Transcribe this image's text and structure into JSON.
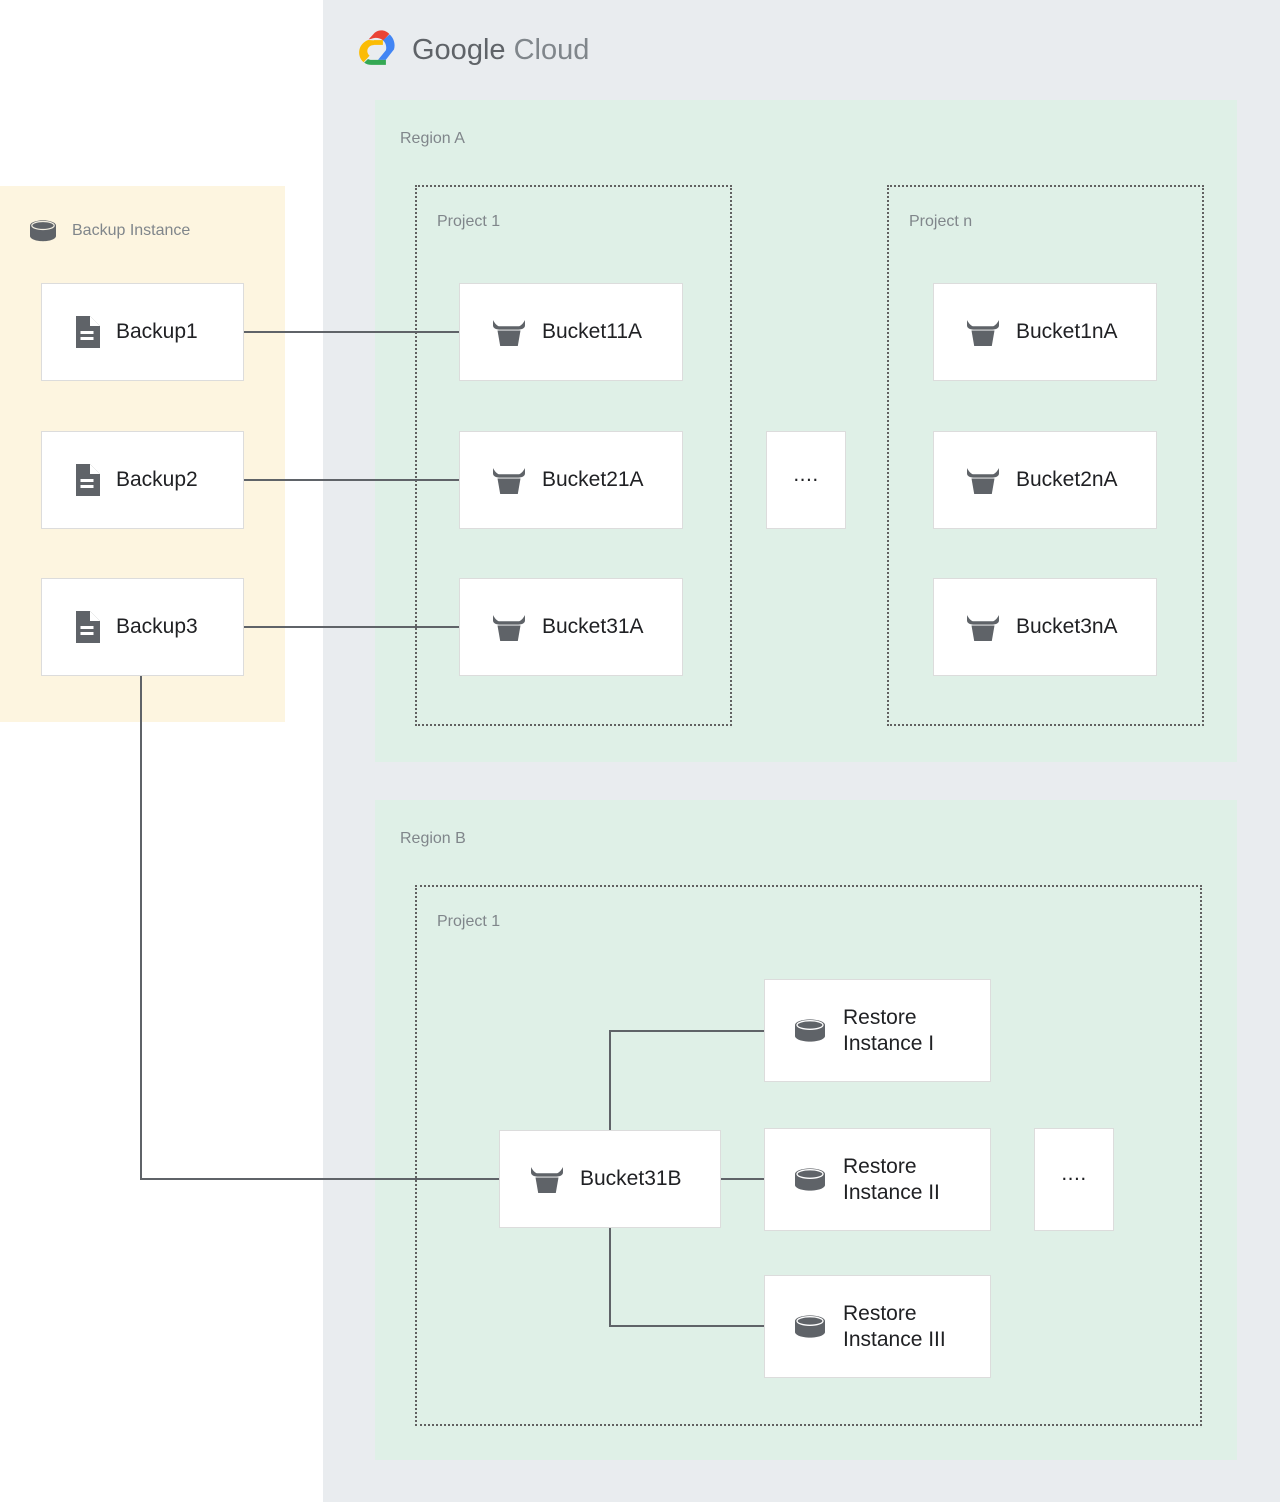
{
  "cloud": {
    "brand_primary": "Google",
    "brand_secondary": "Cloud",
    "panel_color": "#e9ecef",
    "logo_colors": {
      "red": "#ea4335",
      "yellow": "#fbbc04",
      "green": "#34a853",
      "blue": "#4285f4"
    }
  },
  "backup_panel": {
    "title": "Backup Instance",
    "color": "#fdf5e0",
    "nodes": [
      {
        "label": "Backup1",
        "icon": "document-icon"
      },
      {
        "label": "Backup2",
        "icon": "document-icon"
      },
      {
        "label": "Backup3",
        "icon": "document-icon"
      }
    ]
  },
  "regions": [
    {
      "label": "Region A",
      "color": "#dff0e7",
      "projects": [
        {
          "label": "Project 1",
          "nodes": [
            {
              "label": "Bucket11A",
              "icon": "bucket-icon"
            },
            {
              "label": "Bucket21A",
              "icon": "bucket-icon"
            },
            {
              "label": "Bucket31A",
              "icon": "bucket-icon"
            }
          ]
        },
        {
          "label": "Project n",
          "nodes": [
            {
              "label": "Bucket1nA",
              "icon": "bucket-icon"
            },
            {
              "label": "Bucket2nA",
              "icon": "bucket-icon"
            },
            {
              "label": "Bucket3nA",
              "icon": "bucket-icon"
            }
          ]
        }
      ],
      "ellipsis": "...."
    },
    {
      "label": "Region B",
      "color": "#dff0e7",
      "projects": [
        {
          "label": "Project 1",
          "nodes": [
            {
              "label": "Bucket31B",
              "icon": "bucket-icon"
            },
            {
              "label": "Restore\nInstance I",
              "icon": "database-icon"
            },
            {
              "label": "Restore\nInstance II",
              "icon": "database-icon"
            },
            {
              "label": "Restore\nInstance III",
              "icon": "database-icon"
            }
          ]
        }
      ],
      "ellipsis": "...."
    }
  ],
  "connections": [
    {
      "from": "Backup1",
      "to": "Bucket11A"
    },
    {
      "from": "Backup2",
      "to": "Bucket21A"
    },
    {
      "from": "Backup3",
      "to": "Bucket31A"
    },
    {
      "from": "Backup3",
      "to": "Bucket31B"
    },
    {
      "from": "Bucket31B",
      "to": "Restore Instance I"
    },
    {
      "from": "Bucket31B",
      "to": "Restore Instance II"
    },
    {
      "from": "Bucket31B",
      "to": "Restore Instance III"
    }
  ],
  "line_color": "#5f6368"
}
